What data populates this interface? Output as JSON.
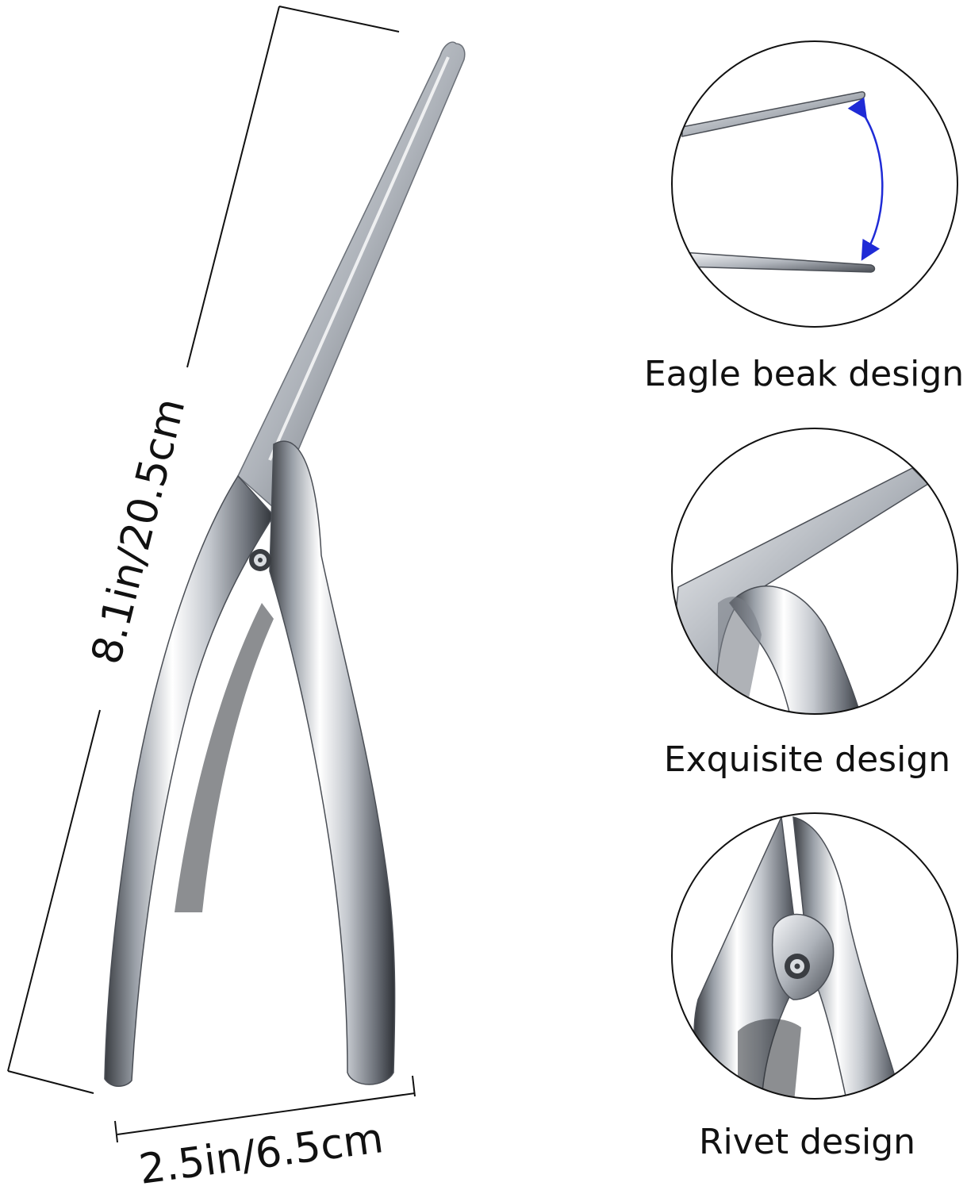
{
  "dimensions": {
    "height_label": "8.1in/20.5cm",
    "width_label": "2.5in/6.5cm"
  },
  "features": [
    {
      "caption": "Eagle beak design"
    },
    {
      "caption": "Exquisite design"
    },
    {
      "caption": "Rivet design"
    }
  ],
  "colors": {
    "steel_light": "#f4f5f7",
    "steel_mid": "#b8bcc3",
    "steel_dark": "#3a3d42",
    "arrow_blue": "#1f2bd6",
    "line": "#111111"
  }
}
